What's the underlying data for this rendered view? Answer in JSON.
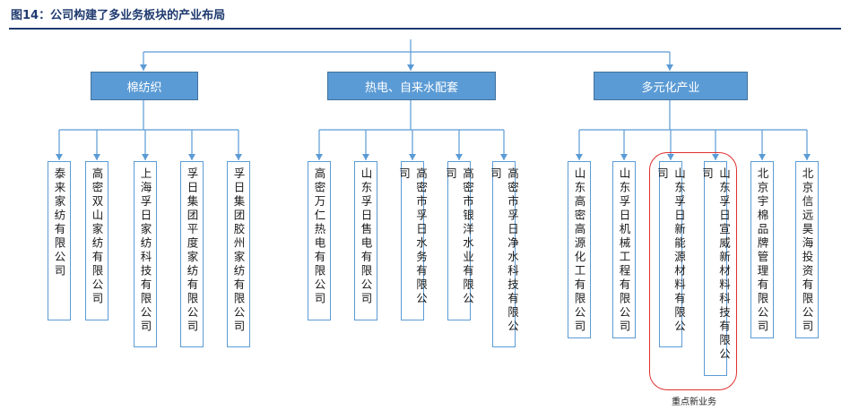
{
  "title": "图14：公司构建了多业务板块的产业布局",
  "groups": [
    {
      "label": "棉纺织",
      "companies": [
        "泰来家纺有限公司",
        "高密双山家纺有限公司",
        "上海孚日家纺科技有限公司",
        "孚日集团平度家纺有限公司",
        "孚日集团胶州家纺有限公司"
      ]
    },
    {
      "label": "热电、自来水配套",
      "companies": [
        "高密万仁热电有限公司",
        "山东孚日售电有限公司",
        "高密市孚日水务有限公司",
        "高密市银洋水业有限公司",
        "高密市孚日净水科技有限公司"
      ]
    },
    {
      "label": "多元化产业",
      "companies": [
        "山东高密高源化工有限公司",
        "山东孚日机械工程有限公司",
        "山东孚日新能源材料有限公司",
        "山东孚日宣威新材料科技有限公司",
        "北京宇棉品牌管理有限公司",
        "北京信远昊海投资有限公司"
      ]
    }
  ],
  "highlight_note": "重点新业务",
  "colors": {
    "box_fill": "#5b9bd5",
    "line": "#5b9bd5",
    "highlight": "#e03030",
    "title": "#1f3a70"
  }
}
